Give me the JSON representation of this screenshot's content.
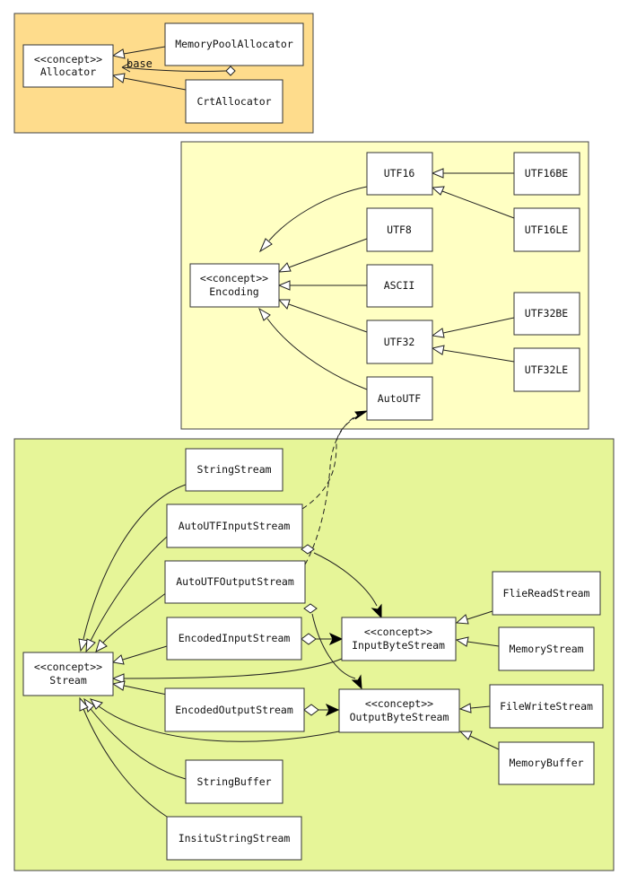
{
  "colors": {
    "allocator_cluster": "#fedc8c",
    "encoding_cluster": "#ffffc3",
    "stream_cluster": "#e6f598"
  },
  "nodes": {
    "allocator": {
      "line1": "<<concept>>",
      "line2": "Allocator"
    },
    "memory_pool_allocator": {
      "label": "MemoryPoolAllocator"
    },
    "crt_allocator": {
      "label": "CrtAllocator"
    },
    "encoding": {
      "line1": "<<concept>>",
      "line2": "Encoding"
    },
    "utf16": {
      "label": "UTF16"
    },
    "utf8": {
      "label": "UTF8"
    },
    "ascii": {
      "label": "ASCII"
    },
    "utf32": {
      "label": "UTF32"
    },
    "autoutf": {
      "label": "AutoUTF"
    },
    "utf16be": {
      "label": "UTF16BE"
    },
    "utf16le": {
      "label": "UTF16LE"
    },
    "utf32be": {
      "label": "UTF32BE"
    },
    "utf32le": {
      "label": "UTF32LE"
    },
    "stream": {
      "line1": "<<concept>>",
      "line2": "Stream"
    },
    "string_stream": {
      "label": "StringStream"
    },
    "autoutf_input_stream": {
      "label": "AutoUTFInputStream"
    },
    "autoutf_output_stream": {
      "label": "AutoUTFOutputStream"
    },
    "encoded_input_stream": {
      "label": "EncodedInputStream"
    },
    "encoded_output_stream": {
      "label": "EncodedOutputStream"
    },
    "string_buffer": {
      "label": "StringBuffer"
    },
    "insitu_string_stream": {
      "label": "InsituStringStream"
    },
    "input_byte_stream": {
      "line1": "<<concept>>",
      "line2": "InputByteStream"
    },
    "output_byte_stream": {
      "line1": "<<concept>>",
      "line2": "OutputByteStream"
    },
    "flie_read_stream": {
      "label": "FlieReadStream"
    },
    "memory_stream": {
      "label": "MemoryStream"
    },
    "file_write_stream": {
      "label": "FileWriteStream"
    },
    "memory_buffer": {
      "label": "MemoryBuffer"
    }
  },
  "edge_labels": {
    "base": "base"
  }
}
